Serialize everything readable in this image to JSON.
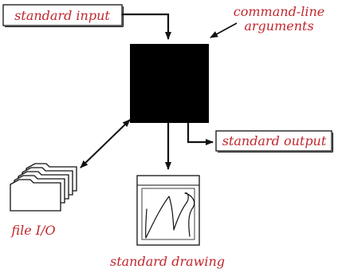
{
  "labels": {
    "standard_input": "standard input",
    "command_line_line1": "command-line",
    "command_line_line2": "arguments",
    "standard_output": "standard output",
    "file_io": "file I/O",
    "standard_drawing": "standard drawing"
  },
  "colors": {
    "label_text": "#c0272d",
    "stroke": "#111111",
    "program_box": "#000000"
  }
}
